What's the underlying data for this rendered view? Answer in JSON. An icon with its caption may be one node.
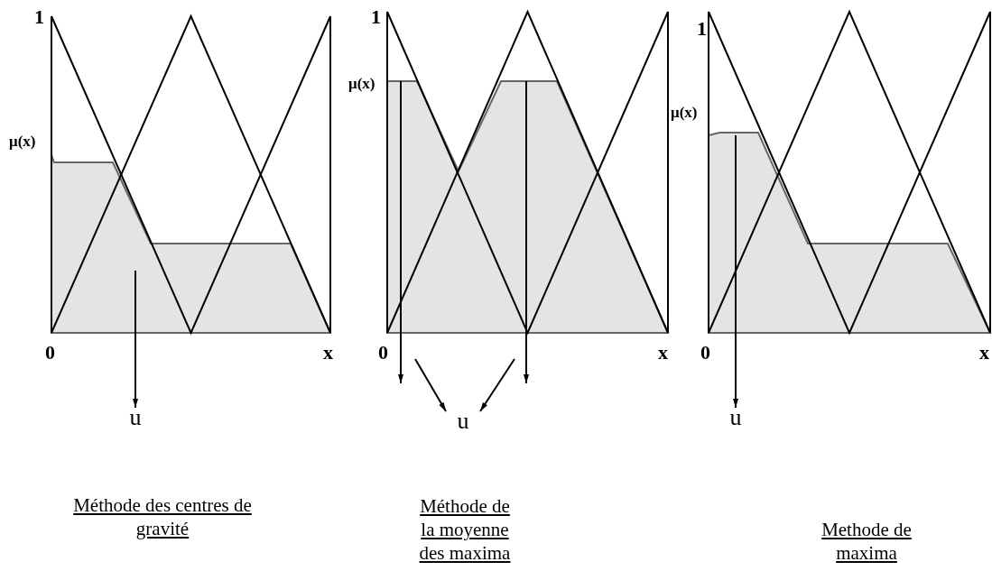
{
  "diagram": {
    "nodes": [
      {
        "text": [
          "u"
        ]
      },
      {
        "text": [
          "u"
        ]
      },
      {
        "text": [
          "u"
        ]
      }
    ],
    "edges": [
      {
        "from": null,
        "to": 0,
        "arrow": "to"
      },
      {
        "from": null,
        "to": 1,
        "arrow": "to"
      },
      {
        "from": null,
        "to": 1,
        "arrow": "to"
      },
      {
        "from": null,
        "to": 2,
        "arrow": "to"
      }
    ],
    "labels": [
      "1",
      "μ(x)",
      "0",
      "x",
      "1",
      "μ(x)",
      "0",
      "x",
      "1",
      "μ(x)",
      "0",
      "x",
      "Méthode des centres de gravité",
      "Méthode de la moyenne des maxima",
      "Methode de maxima"
    ]
  }
}
